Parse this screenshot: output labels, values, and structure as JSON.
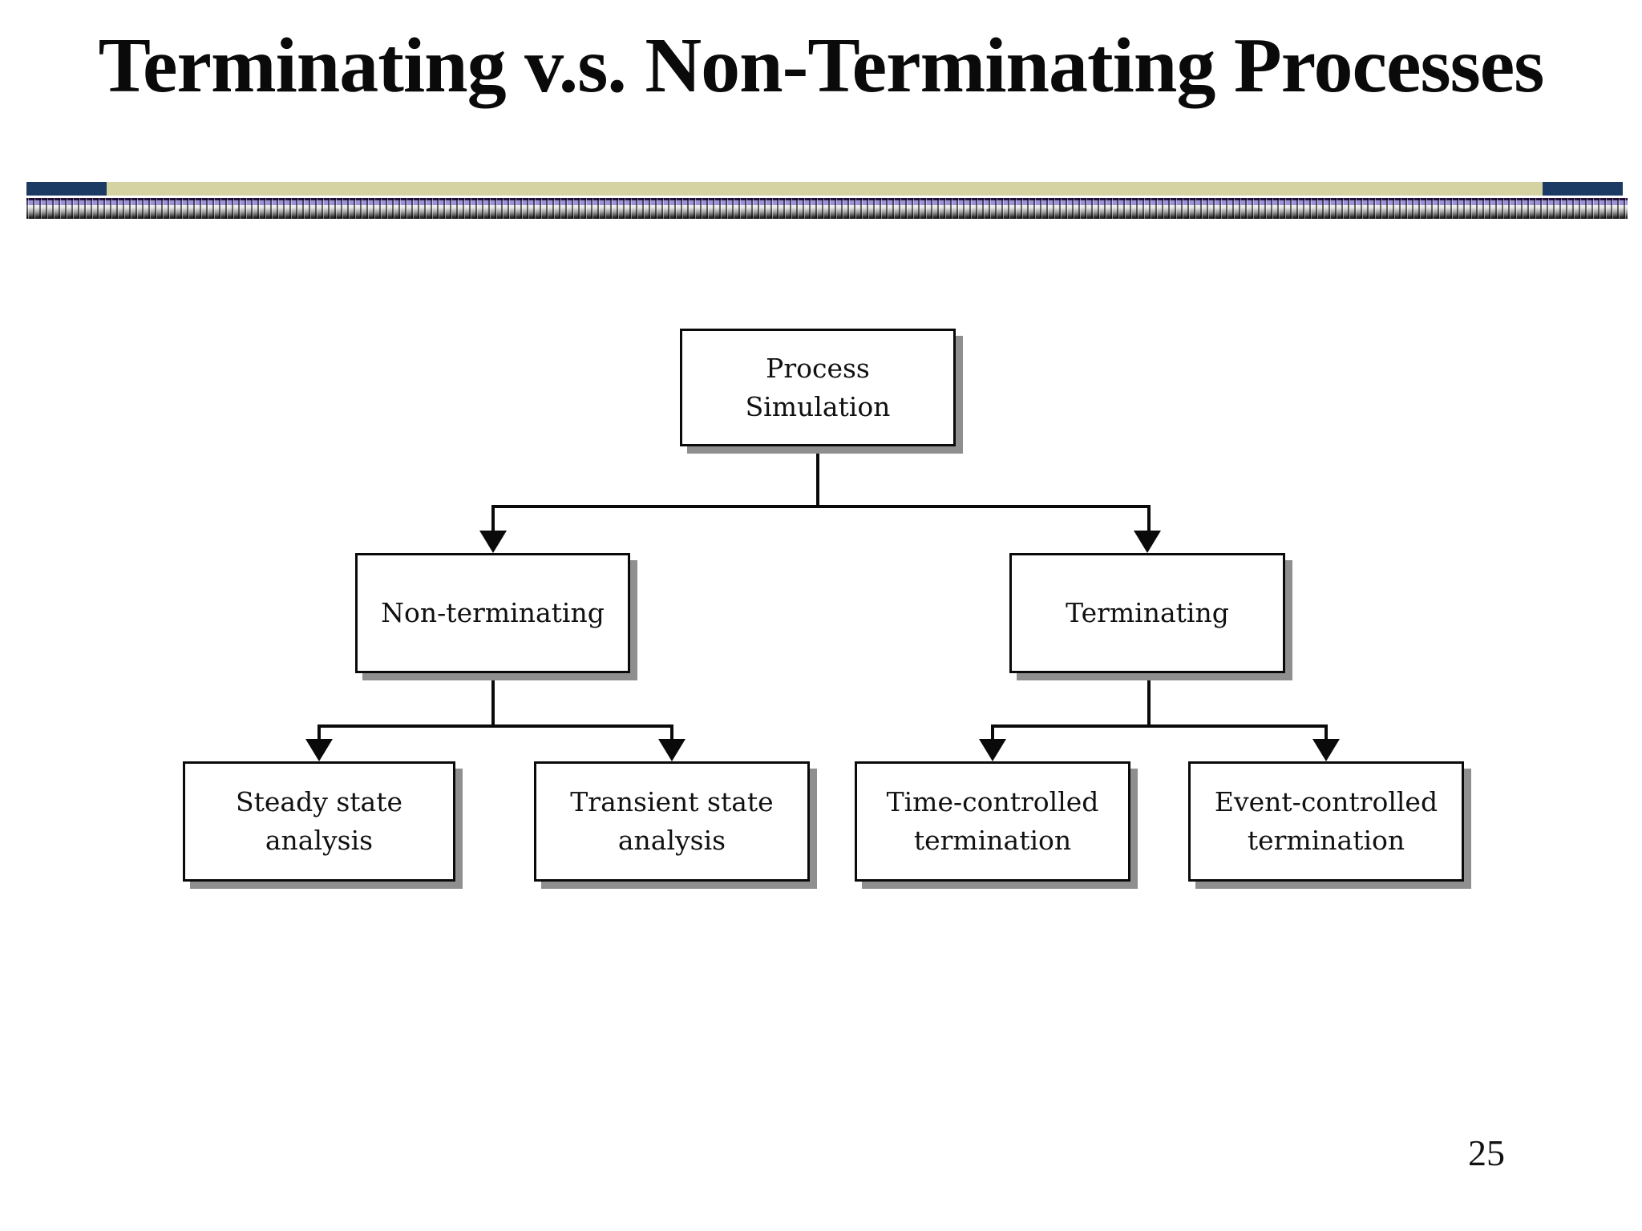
{
  "slide": {
    "title": "Terminating v.s. Non-Terminating Processes",
    "page_number": "25",
    "colors": {
      "navy": "#1b3a64",
      "tan": "#d6d3a2",
      "lavender": "#9a92d5",
      "line": "#0a0a0a",
      "shadow": "#8f8f8f",
      "background": "#ffffff"
    }
  },
  "tree": {
    "root": {
      "line1": "Process",
      "line2": "Simulation"
    },
    "level2": [
      {
        "label": "Non-terminating"
      },
      {
        "label": "Terminating"
      }
    ],
    "level3": [
      {
        "line1": "Steady state",
        "line2": "analysis"
      },
      {
        "line1": "Transient state",
        "line2": "analysis"
      },
      {
        "line1": "Time-controlled",
        "line2": "termination"
      },
      {
        "line1": "Event-controlled",
        "line2": "termination"
      }
    ]
  }
}
